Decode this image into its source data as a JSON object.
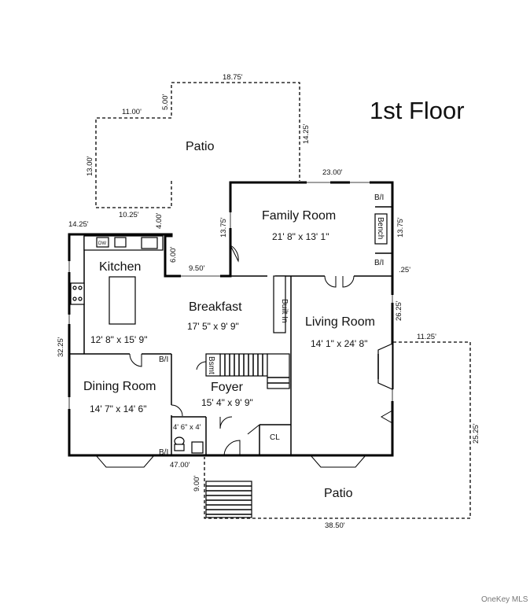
{
  "floor_title": "1st Floor",
  "credit": "OneKey MLS",
  "rooms": {
    "patio_top": "Patio",
    "family_room": "Family Room",
    "family_room_size": "21' 8\" x 13' 1\"",
    "kitchen": "Kitchen",
    "kitchen_size": "12' 8\" x 15' 9\"",
    "breakfast": "Breakfast",
    "breakfast_size": "17' 5\" x 9' 9\"",
    "living_room": "Living Room",
    "living_room_size": "14' 1\" x 24' 8\"",
    "dining_room": "Dining Room",
    "dining_room_size": "14' 7\" x 14' 6\"",
    "foyer": "Foyer",
    "foyer_size": "15' 4\" x 9' 9\"",
    "half_bath_size": "4' 6\" x 4'",
    "closet": "CL",
    "patio_bottom": "Patio"
  },
  "labels": {
    "built_in": "Built In",
    "bench": "Bench",
    "bsmt": "Bsmt",
    "bi_1": "B/I",
    "bi_2": "B/I",
    "bi_3": "B/I",
    "bi_4": "B/I",
    "dw": "DW"
  },
  "dimensions": {
    "d1875": "18.75'",
    "d500": "5.00'",
    "d1100": "11.00'",
    "d1425v": "14.25'",
    "d1300": "13.00'",
    "d2300": "23.00'",
    "d1025": "10.25'",
    "d400": "4.00'",
    "d1375a": "13.75'",
    "d1375b": "13.75'",
    "d1425h": "14.25'",
    "d600": "6.00'",
    "d950": "9.50'",
    "d025": ".25'",
    "d2625": "26.25'",
    "d3225": "32.25'",
    "d1125": "11.25'",
    "d2525": "25.25'",
    "d4700": "47.00'",
    "d900": "9.00'",
    "d3850": "38.50'"
  }
}
